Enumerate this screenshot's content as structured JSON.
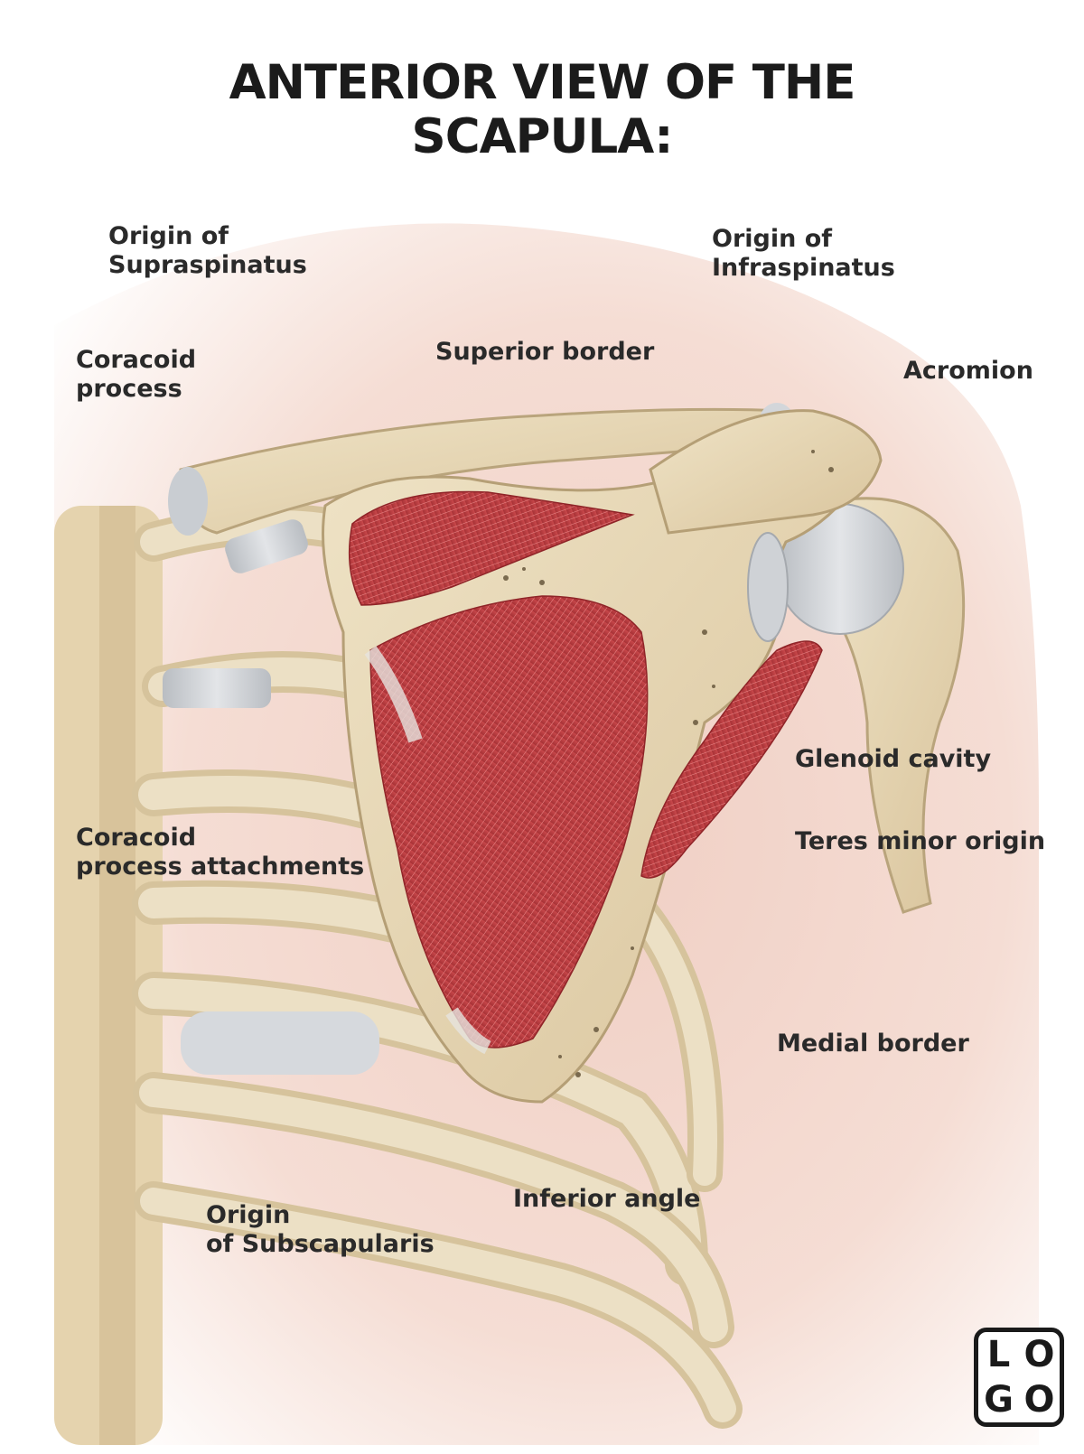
{
  "title": {
    "line1": "ANTERIOR VIEW OF THE",
    "line2": "SCAPULA:"
  },
  "labels": {
    "origin_supraspinatus": {
      "line1": "Origin of",
      "line2": "Supraspinatus"
    },
    "origin_infraspinatus": {
      "line1": "Origin of",
      "line2": "Infraspinatus"
    },
    "coracoid_process": {
      "line1": "Coracoid",
      "line2": "process"
    },
    "superior_border": "Superior border",
    "acromion": "Acromion",
    "glenoid_cavity": "Glenoid cavity",
    "coracoid_attachments": {
      "line1": "Coracoid",
      "line2": "process attachments"
    },
    "teres_minor_origin": "Teres minor origin",
    "medial_border": "Medial border",
    "inferior_angle": "Inferior angle",
    "origin_subscapularis": {
      "line1": "Origin",
      "line2": "of Subscapularis"
    }
  },
  "logo": {
    "l1": "L",
    "l2": "O",
    "l3": "G",
    "l4": "O"
  },
  "colors": {
    "bone": "#e8d9b8",
    "bone_shadow": "#c9b48e",
    "muscle": "#b83b3e",
    "muscle_dark": "#8f2428",
    "cartilage": "#cfd2d6",
    "skin": "#f2d6cc"
  }
}
